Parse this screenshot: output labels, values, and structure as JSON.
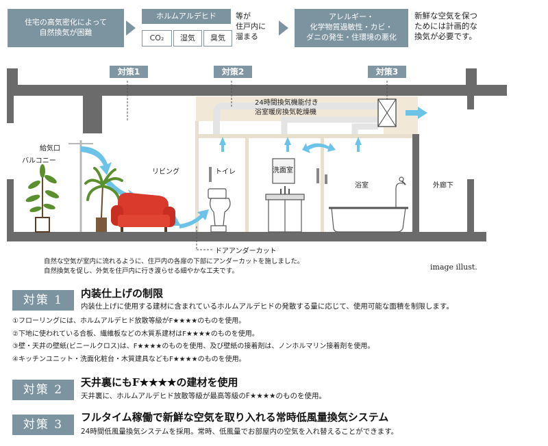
{
  "top": {
    "box1": [
      "住宅の高気密化によって",
      "自然換気が困難"
    ],
    "box2_title": "ホルムアルデヒド",
    "chips": [
      "CO₂",
      "湿気",
      "臭気"
    ],
    "text1": [
      "等が",
      "住戸内に",
      "溜まる"
    ],
    "box3": [
      "アレルギー・",
      "化学物質過敏性・カビ・",
      "ダニの発生・住環境の悪化"
    ],
    "text2": [
      "新鮮な空気を保つ",
      "ためには計画的な",
      "換気が必要です。"
    ]
  },
  "diagram": {
    "tags": [
      "対策1",
      "対策2",
      "対策3"
    ],
    "unit_label": [
      "24時間換気機能付き",
      "浴室暖房換気乾燥機"
    ],
    "rooms": {
      "intake": "給気口",
      "balcony": "バルコニー",
      "living": "リビング",
      "toilet": "トイレ",
      "washroom": "洗面室",
      "bath": "浴室",
      "corridor": "外廊下"
    },
    "undercut": "ドアアンダーカット",
    "note": [
      "自然な空気が室内に流れるように、住戸内の各扉の下部にアンダーカットを施しました。",
      "自然換気を促し、外気を住戸内に行き渡らせる細やかな工夫です。"
    ],
    "caption": "image illust."
  },
  "measures": [
    {
      "label": "対策 1",
      "title": "内装仕上げの制限",
      "body": "内装仕上げに使用する建材に含まれているホルムアルデヒドの発散する量に応じて、使用可能な面積を制限します。",
      "items": [
        "①フローリングには、ホルムアルデヒド放散等級がF★★★★のものを使用。",
        "②下地に使われている合板、繊維板などの木質系建材はF★★★★のものを使用。",
        "③壁・天井の壁紙(ビニールクロス)は、F★★★★のものを使用、及び壁紙の接着剤は、ノンホルマリン接着剤を使用。",
        "④キッチンユニット・洗面化粧台・木質建具などもF★★★★のものを使用。"
      ]
    },
    {
      "label": "対策 2",
      "title": "天井裏にもF★★★★の建材を使用",
      "body": "天井裏に、ホルムアルデヒド放散等級が最高等級のF★★★★のものを使用。"
    },
    {
      "label": "対策 3",
      "title": "フルタイム稼働で新鮮な空気を取り入れる常時低風量換気システム",
      "body": "24時間低風量換気システムを採用。常時、低風量でお部屋内の空気を入れ替えることができます。"
    }
  ],
  "colors": {
    "accent": "#7c93a0",
    "arrow": "#6cc3e8",
    "sofa": "#d93a2c",
    "plant": "#5a8f2e",
    "wall": "#6b6b6b",
    "ceiling": "#f2e8d8"
  },
  "icons": [
    "plant-icon",
    "sofa-icon",
    "toilet-icon",
    "vanity-icon",
    "bathtub-icon",
    "fan-icon",
    "airflow-arrow-icon"
  ]
}
